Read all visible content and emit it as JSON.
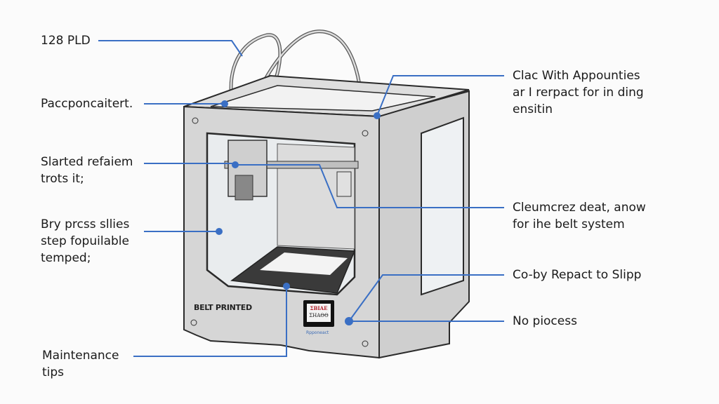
{
  "left_labels": [
    {
      "lines": [
        "128 PLD"
      ]
    },
    {
      "lines": [
        "Paccponcaitert."
      ]
    },
    {
      "lines": [
        "Slarted refaiem",
        "trots it;"
      ]
    },
    {
      "lines": [
        "Bry prcss sllies",
        "step fopuilable",
        "temped;"
      ]
    },
    {
      "lines": [
        "Maintenance",
        "tips"
      ]
    }
  ],
  "right_labels": [
    {
      "lines": [
        "Clac With Appounties",
        "ar I rerpact for in ding",
        "ensitin"
      ]
    },
    {
      "lines": [
        "Cleumcrez deat, anow",
        "for ihe belt system"
      ]
    },
    {
      "lines": [
        "Co-by Repact to Slipp"
      ]
    },
    {
      "lines": [
        "No piocess"
      ]
    }
  ],
  "printer": {
    "brand": "BELT PRINTED",
    "plate_line1": "ΣΒΙΑΕ",
    "plate_line2": "ΣΗΑΘΘ",
    "plate_caption": "Rpponeact"
  },
  "colors": {
    "leader": "#3a6fc4",
    "body": "#d9d9d9",
    "outline": "#2a2a2a"
  }
}
